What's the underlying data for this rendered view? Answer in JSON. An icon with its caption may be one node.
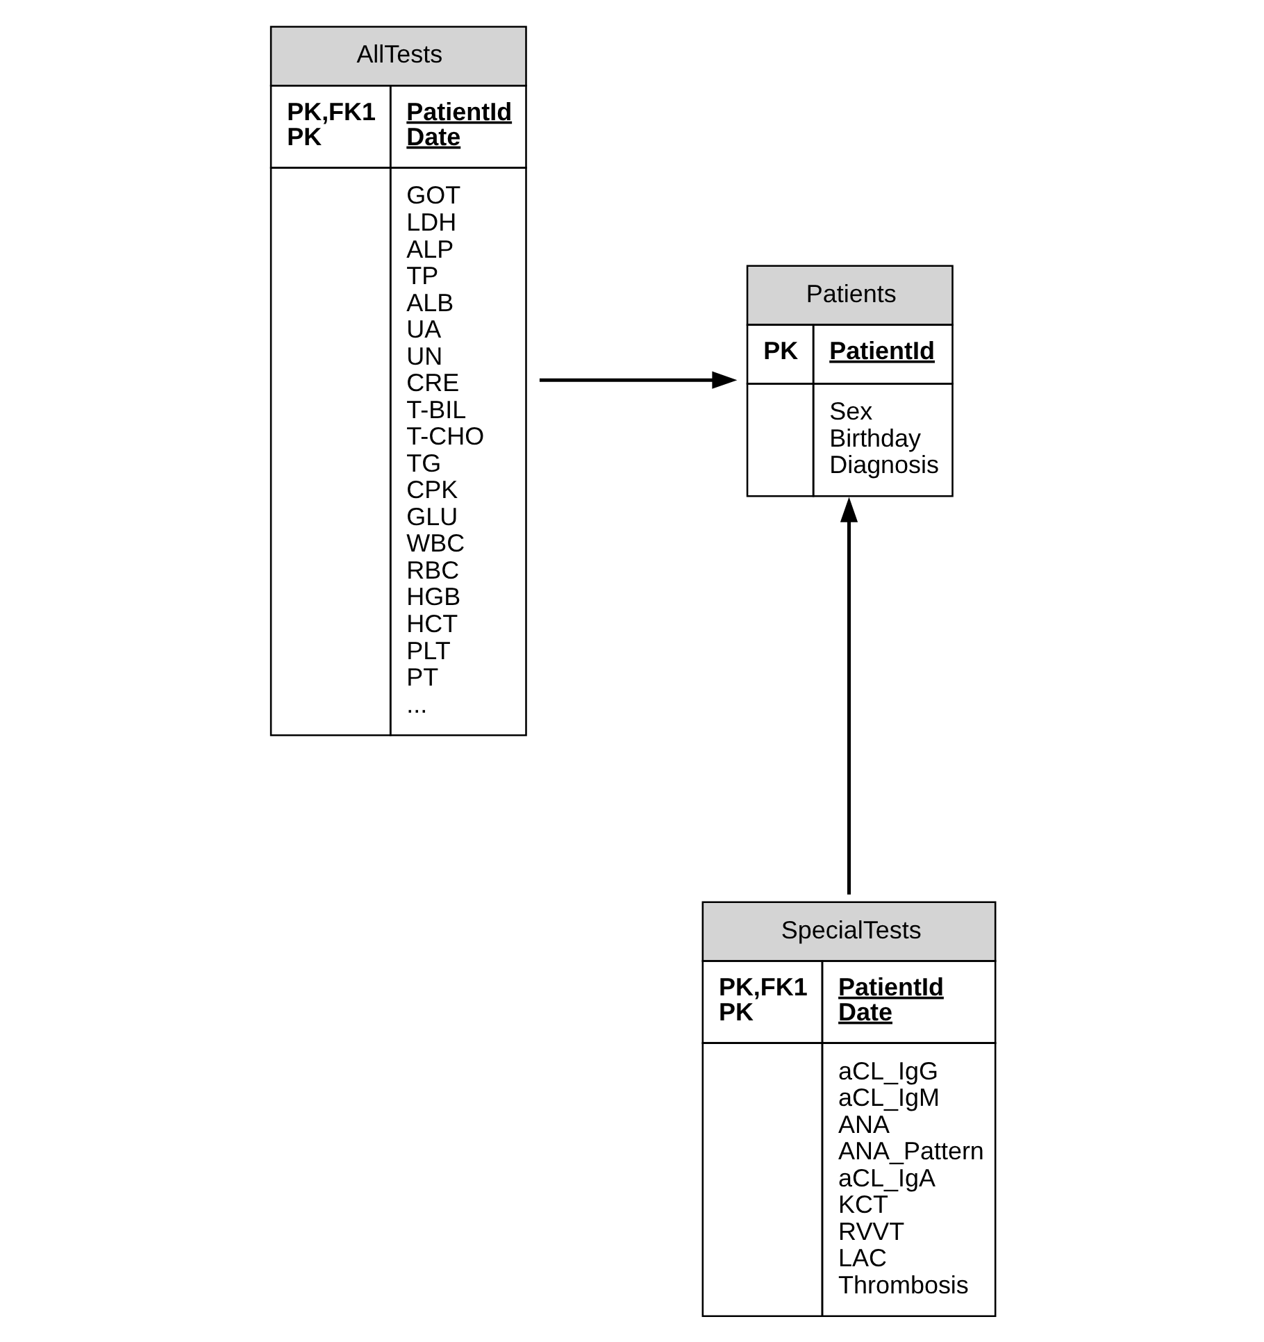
{
  "diagram": {
    "nodes": [
      {
        "text": [
          "Patients",
          "PK",
          "PatientId",
          "Sex Birthday Diagnosis"
        ]
      },
      {
        "text": [
          "AllTests",
          "PK,FK1 PK",
          "PatientId Date",
          "GOT LDH ALP TP ALB UA UN CRE T-BIL T-CHO TG CPK GLU WBC RBC HGB HCT PLT PT ..."
        ]
      },
      {
        "text": [
          "SpecialTests",
          "PK,FK1 PK",
          "PatientId Date",
          "aCL_IgG aCL_IgM ANA ANA_Pattern aCL_IgA KCT RVVT LAC Thrombosis"
        ]
      }
    ],
    "edges": [
      {
        "from": 1,
        "to": 0,
        "arrow": "to"
      },
      {
        "from": 2,
        "to": 0,
        "arrow": "to"
      }
    ]
  }
}
